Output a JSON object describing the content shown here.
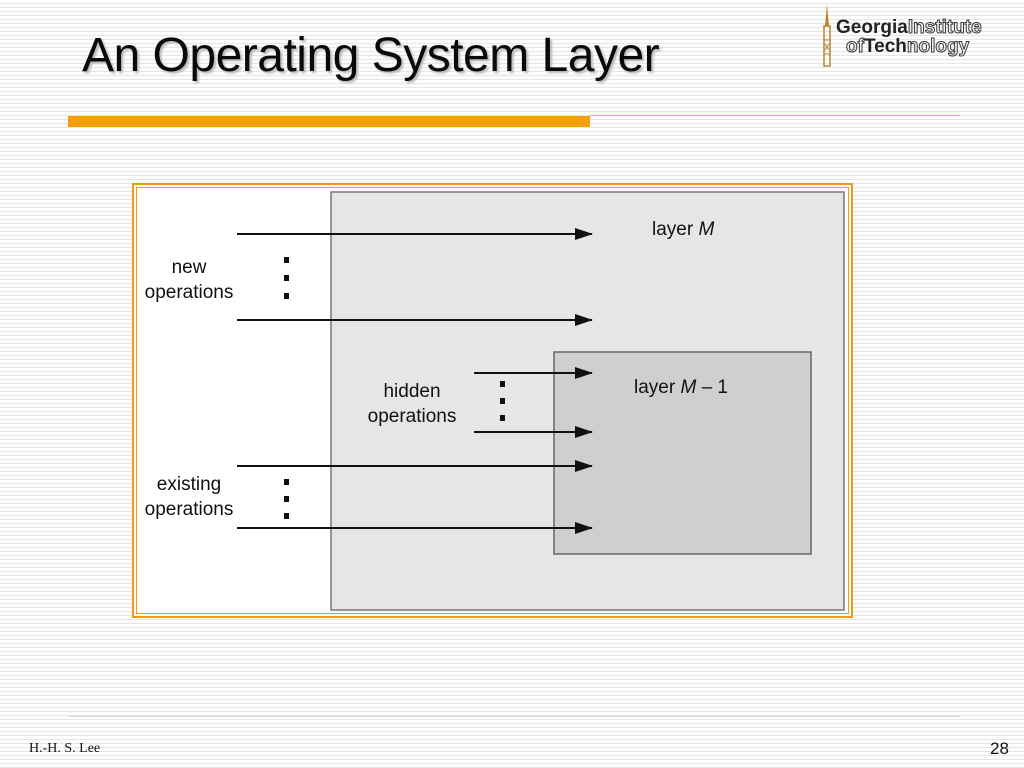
{
  "slide": {
    "title": "An Operating System Layer",
    "author": "H.-H. S. Lee",
    "page_number": "28"
  },
  "logo": {
    "line1_bold": "Georgia",
    "line1_outline": "Institute",
    "line2_outline_a": "of",
    "line2_bold": "Tech",
    "line2_outline_b": "nology",
    "icon": "tech-tower-icon"
  },
  "diagram": {
    "layer_m_label": "layer",
    "layer_m_var": "M",
    "layer_m1_label": "layer",
    "layer_m1_var": "M",
    "layer_m1_suffix": " – 1",
    "new_ops_line1": "new",
    "new_ops_line2": "operations",
    "hidden_ops_line1": "hidden",
    "hidden_ops_line2": "operations",
    "existing_ops_line1": "existing",
    "existing_ops_line2": "operations",
    "colors": {
      "layer_m_fill": "#e6e6e6",
      "layer_m1_fill": "#cfcfd1",
      "frame": "#ef9a1a",
      "accent_bar": "#f5a00a"
    }
  }
}
